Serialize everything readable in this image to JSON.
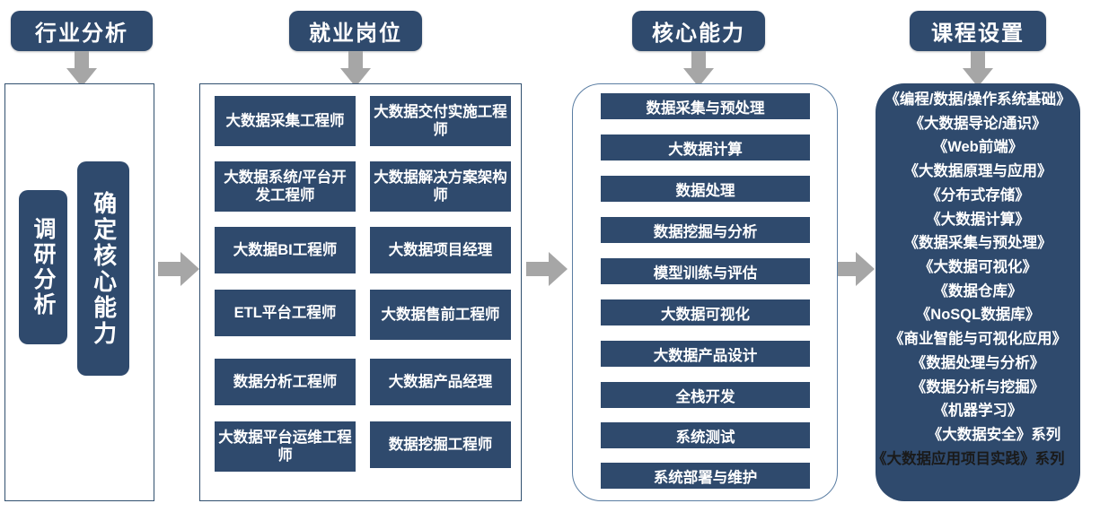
{
  "theme": {
    "dark_blue": "#2f4a6d",
    "arrow_gray": "#a6a6a6",
    "panel_border": "#31506f",
    "round_border": "#5b7ea3",
    "text_white": "#ffffff"
  },
  "headers": [
    {
      "label": "行业分析"
    },
    {
      "label": "就业岗位"
    },
    {
      "label": "核心能力"
    },
    {
      "label": "课程设置"
    }
  ],
  "industry_analysis": {
    "chips": [
      {
        "label": "调研分析"
      },
      {
        "label": "确定核心能力"
      }
    ]
  },
  "jobs": {
    "left_column": [
      {
        "label": "大数据采集工程师"
      },
      {
        "label": "大数据系统/平台开发工程师"
      },
      {
        "label": "大数据BI工程师"
      },
      {
        "label": "ETL平台工程师"
      },
      {
        "label": "数据分析工程师"
      },
      {
        "label": "大数据平台运维工程师"
      }
    ],
    "right_column": [
      {
        "label": "大数据交付实施工程师"
      },
      {
        "label": "大数据解决方案架构师"
      },
      {
        "label": "大数据项目经理"
      },
      {
        "label": "大数据售前工程师"
      },
      {
        "label": "大数据产品经理"
      },
      {
        "label": "数据挖掘工程师"
      }
    ]
  },
  "core_abilities": {
    "items": [
      {
        "label": "数据采集与预处理"
      },
      {
        "label": "大数据计算"
      },
      {
        "label": "数据处理"
      },
      {
        "label": "数据挖掘与分析"
      },
      {
        "label": "模型训练与评估"
      },
      {
        "label": "大数据可视化"
      },
      {
        "label": "大数据产品设计"
      },
      {
        "label": "全栈开发"
      },
      {
        "label": "系统测试"
      },
      {
        "label": "系统部署与维护"
      }
    ]
  },
  "courses": {
    "items": [
      {
        "label": "《编程/数据/操作系统基础》"
      },
      {
        "label": "《大数据导论/通识》"
      },
      {
        "label": "《Web前端》"
      },
      {
        "label": "《大数据原理与应用》"
      },
      {
        "label": "《分布式存储》"
      },
      {
        "label": "《大数据计算》"
      },
      {
        "label": "《数据采集与预处理》"
      },
      {
        "label": "《大数据可视化》"
      },
      {
        "label": "《数据仓库》"
      },
      {
        "label": "《NoSQL数据库》"
      },
      {
        "label": "《商业智能与可视化应用》"
      },
      {
        "label": "《数据处理与分析》"
      },
      {
        "label": "《数据分析与挖掘》"
      },
      {
        "label": "《机器学习》"
      },
      {
        "label": "《大数据安全》系列"
      },
      {
        "label": "《大数据应用项目实践》系列"
      }
    ]
  },
  "flow_arrows": {
    "down": [
      "down-arrow-industry",
      "down-arrow-jobs",
      "down-arrow-abilities",
      "down-arrow-courses"
    ],
    "right": [
      "right-arrow-1",
      "right-arrow-2",
      "right-arrow-3"
    ]
  }
}
